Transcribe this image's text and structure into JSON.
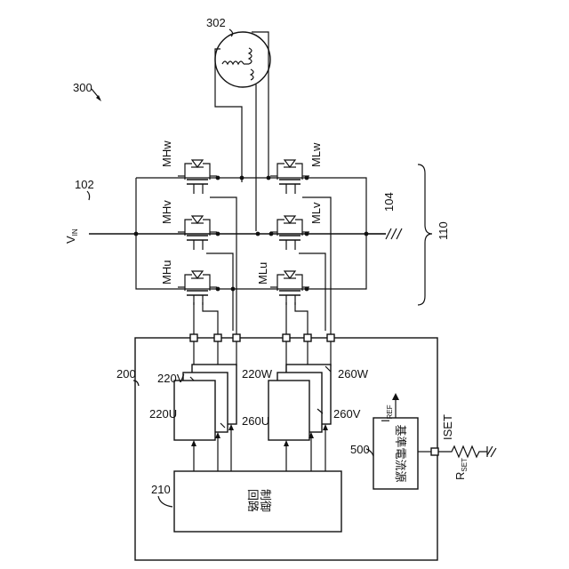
{
  "labels": {
    "fig_ref": "300",
    "motor_ref": "302",
    "vin_main": "V",
    "vin_sub": "IN",
    "vin_ref": "102",
    "ground_ref": "104",
    "bridge_ref": "110",
    "ic_ref": "200",
    "ctrl_ref": "210",
    "ctrl_text": "制御回路",
    "ref_text": "基準電流源",
    "ref_ref": "500",
    "iref_main": "I",
    "iref_sub": "REF",
    "iset": "ISET",
    "rset_main": "R",
    "rset_sub": "SET"
  },
  "transistors": {
    "mhw": "MHw",
    "mhv": "MHv",
    "mhu": "MHu",
    "mlw": "MLw",
    "mlv": "MLv",
    "mlu": "MLu"
  },
  "drivers": {
    "d220u": "220U",
    "d220v": "220V",
    "d220w": "220W",
    "d260u": "260U",
    "d260v": "260V",
    "d260w": "260W"
  }
}
